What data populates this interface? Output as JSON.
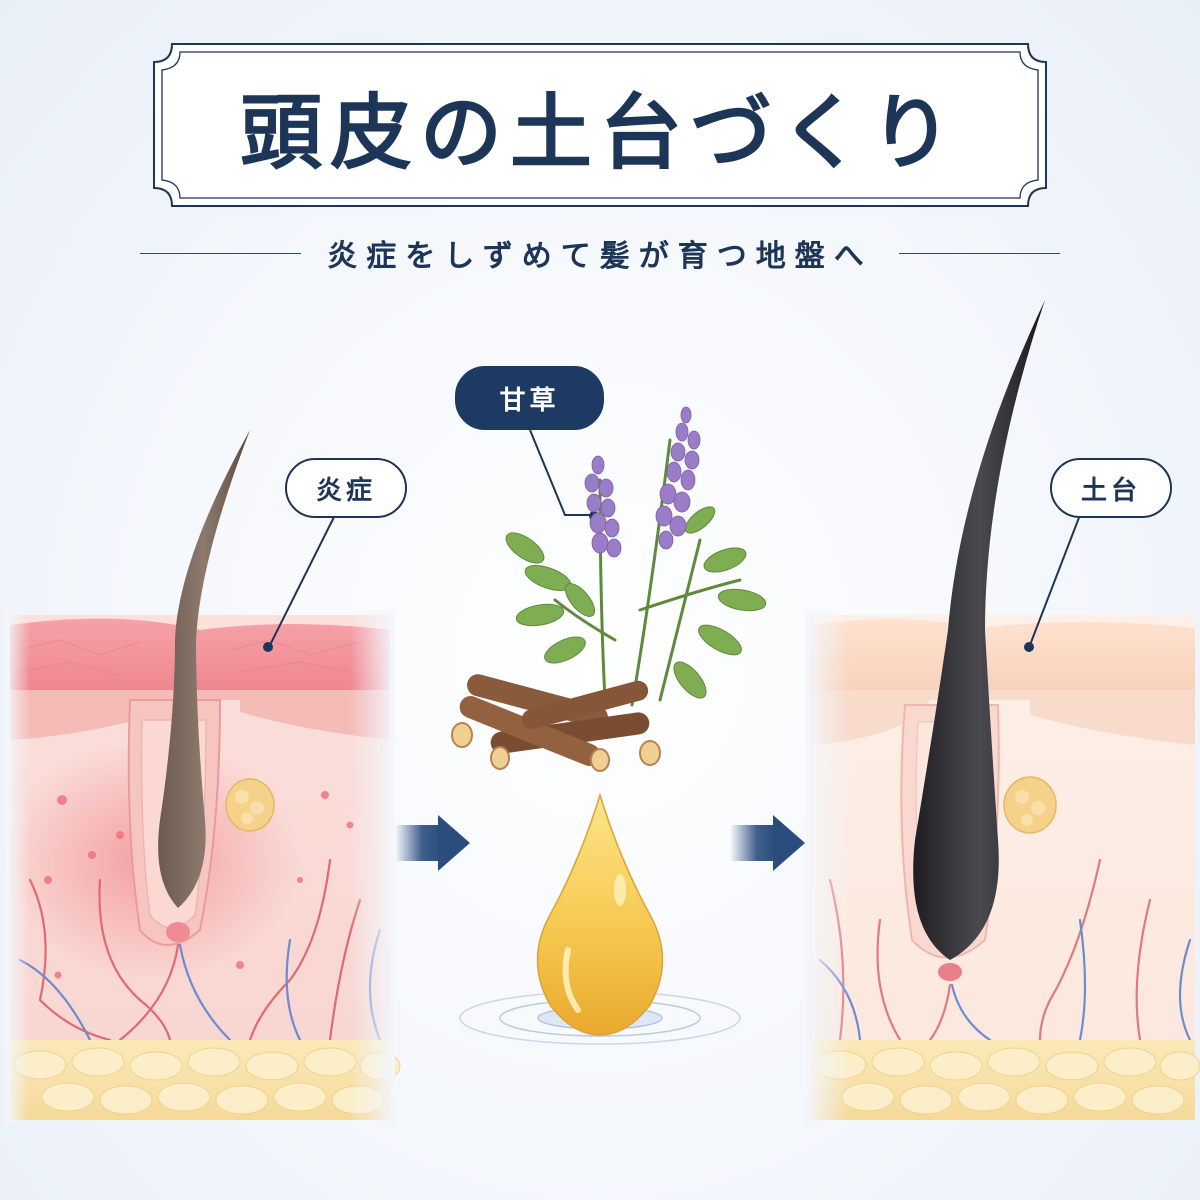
{
  "header": {
    "title": "頭皮の土台づくり",
    "subtitle": "炎症をしずめて髪が育つ地盤へ"
  },
  "labels": {
    "inflamed": "炎症",
    "herb": "甘草",
    "foundation": "土台"
  },
  "icons": {
    "process_arrows": "arrow-right-icon",
    "herb_illustration": "licorice-plant-icon",
    "oil": "oil-drop-icon"
  },
  "colors": {
    "navy": "#1d3557",
    "inflamed_skin": "#f08a93",
    "healthy_skin": "#f6d6c2",
    "oil": "#f2c24a",
    "flower": "#9a7cc7"
  }
}
